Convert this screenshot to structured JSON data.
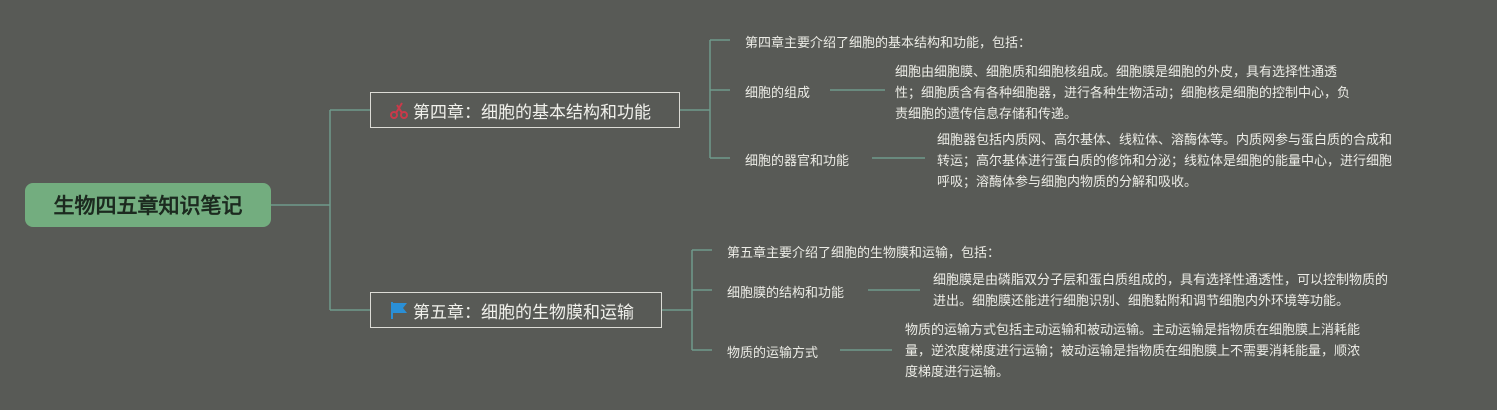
{
  "root": {
    "label": "生物四五章知识笔记"
  },
  "branches": [
    {
      "label": "第四章：细胞的基本结构和功能",
      "icon": "scissors-icon",
      "intro": "第四章主要介绍了细胞的基本结构和功能，包括：",
      "topics": [
        {
          "label": "细胞的组成",
          "lines": [
            "细胞由细胞膜、细胞质和细胞核组成。细胞膜是细胞的外皮，具有选择性通透",
            "性；细胞质含有各种细胞器，进行各种生物活动；细胞核是细胞的控制中心，负",
            "责细胞的遗传信息存储和传递。"
          ]
        },
        {
          "label": "细胞的器官和功能",
          "lines": [
            "细胞器包括内质网、高尔基体、线粒体、溶酶体等。内质网参与蛋白质的合成和",
            "转运；高尔基体进行蛋白质的修饰和分泌；线粒体是细胞的能量中心，进行细胞",
            "呼吸；溶酶体参与细胞内物质的分解和吸收。"
          ]
        }
      ]
    },
    {
      "label": "第五章：细胞的生物膜和运输",
      "icon": "flag-icon",
      "intro": "第五章主要介绍了细胞的生物膜和运输，包括：",
      "topics": [
        {
          "label": "细胞膜的结构和功能",
          "lines": [
            "细胞膜是由磷脂双分子层和蛋白质组成的，具有选择性通透性，可以控制物质的",
            "进出。细胞膜还能进行细胞识别、细胞黏附和调节细胞内外环境等功能。"
          ]
        },
        {
          "label": "物质的运输方式",
          "lines": [
            "物质的运输方式包括主动运输和被动运输。主动运输是指物质在细胞膜上消耗能",
            "量，逆浓度梯度进行运输；被动运输是指物质在细胞膜上不需要消耗能量，顺浓",
            "度梯度进行运输。"
          ]
        }
      ]
    }
  ],
  "colors": {
    "connector": "#6f9a8c",
    "root_fill": "#73ad7f",
    "background": "#585a56"
  }
}
